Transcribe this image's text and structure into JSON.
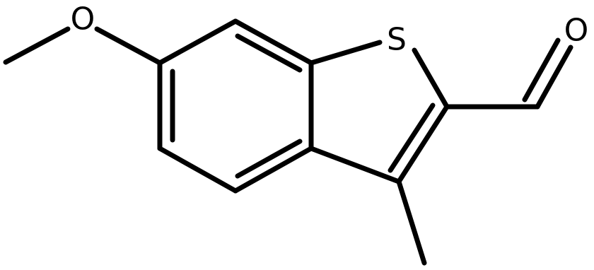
{
  "molecule": {
    "atoms": {
      "sulfur": "S",
      "methoxy_oxygen": "O",
      "aldehyde_oxygen": "O"
    },
    "colors": {
      "bond": "#000000",
      "label": "#000000",
      "background": "#ffffff"
    }
  }
}
